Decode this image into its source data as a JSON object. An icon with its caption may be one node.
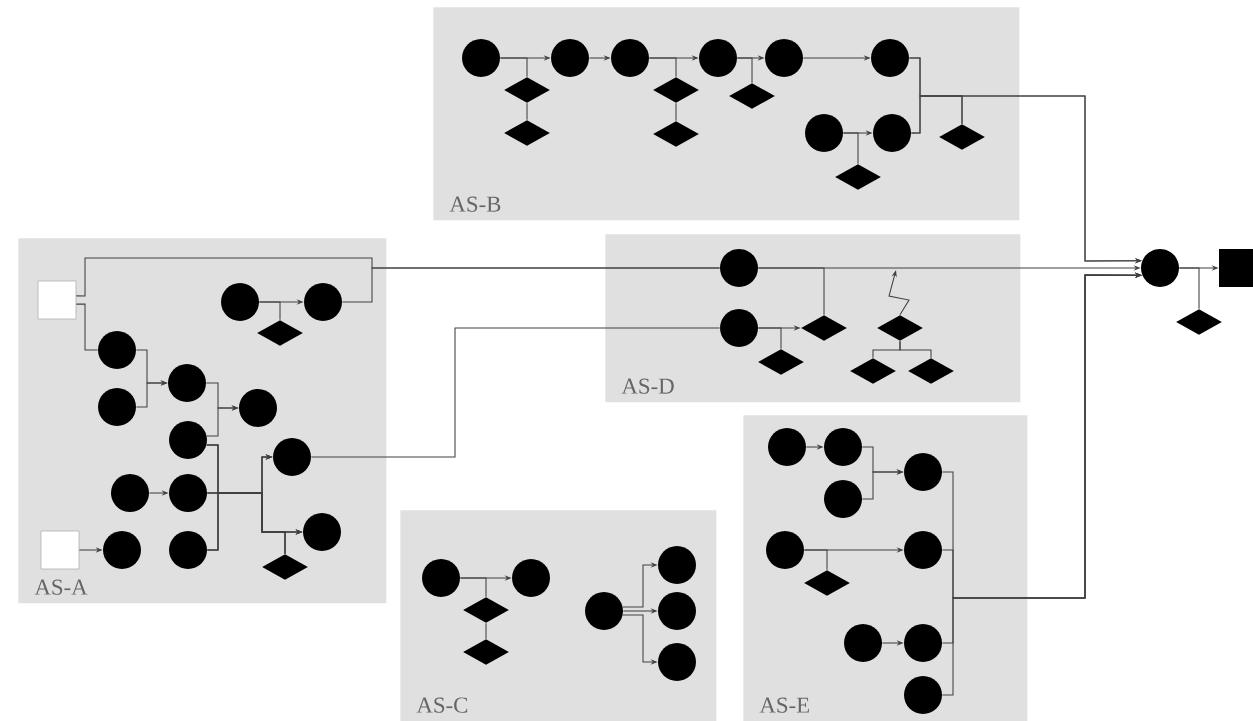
{
  "diagram": {
    "nodes": [
      {
        "text": [
          "AS-B"
        ]
      },
      {
        "text": [
          "AS-A"
        ]
      },
      {
        "text": [
          "AS-D"
        ]
      },
      {
        "text": [
          "AS-C"
        ]
      },
      {
        "text": [
          "AS-E"
        ]
      },
      {
        "text": [],
        "shape": "circle",
        "in": 0
      },
      {
        "text": [],
        "shape": "diamond",
        "in": 0
      },
      {
        "text": [],
        "shape": "diamond",
        "in": 0
      },
      {
        "text": [],
        "shape": "circle",
        "in": 0
      },
      {
        "text": [],
        "shape": "circle",
        "in": 0
      },
      {
        "text": [],
        "shape": "diamond",
        "in": 0
      },
      {
        "text": [],
        "shape": "diamond",
        "in": 0
      },
      {
        "text": [],
        "shape": "circle",
        "in": 0
      },
      {
        "text": [],
        "shape": "diamond",
        "in": 0
      },
      {
        "text": [],
        "shape": "circle",
        "in": 0
      },
      {
        "text": [],
        "shape": "circle",
        "in": 0
      },
      {
        "text": [],
        "shape": "circle",
        "in": 0
      },
      {
        "text": [],
        "shape": "circle",
        "in": 0
      },
      {
        "text": [],
        "shape": "diamond",
        "in": 0
      },
      {
        "text": [],
        "shape": "diamond",
        "in": 0
      },
      {
        "text": [],
        "shape": "box",
        "in": 1
      },
      {
        "text": [],
        "shape": "circle",
        "in": 1
      },
      {
        "text": [],
        "shape": "diamond",
        "in": 1
      },
      {
        "text": [],
        "shape": "circle",
        "in": 1
      },
      {
        "text": [],
        "shape": "circle",
        "in": 1
      },
      {
        "text": [],
        "shape": "circle",
        "in": 1
      },
      {
        "text": [],
        "shape": "circle",
        "in": 1
      },
      {
        "text": [],
        "shape": "circle",
        "in": 1
      },
      {
        "text": [],
        "shape": "circle",
        "in": 1
      },
      {
        "text": [],
        "shape": "circle",
        "in": 1
      },
      {
        "text": [],
        "shape": "circle",
        "in": 1
      },
      {
        "text": [],
        "shape": "circle",
        "in": 1
      },
      {
        "text": [],
        "shape": "circle",
        "in": 1
      },
      {
        "text": [],
        "shape": "circle",
        "in": 1
      },
      {
        "text": [],
        "shape": "diamond",
        "in": 1
      },
      {
        "text": [],
        "shape": "box",
        "in": 1
      },
      {
        "text": [],
        "shape": "circle",
        "in": 1
      },
      {
        "text": [],
        "shape": "circle",
        "in": 2
      },
      {
        "text": [],
        "shape": "circle",
        "in": 2
      },
      {
        "text": [],
        "shape": "diamond",
        "in": 2
      },
      {
        "text": [],
        "shape": "diamond",
        "in": 2
      },
      {
        "text": [],
        "shape": "diamond",
        "in": 2
      },
      {
        "text": [],
        "shape": "diamond",
        "in": 2
      },
      {
        "text": [],
        "shape": "diamond",
        "in": 2
      },
      {
        "text": [],
        "shape": "circle"
      },
      {
        "text": [],
        "shape": "square"
      },
      {
        "text": [],
        "shape": "diamond"
      },
      {
        "text": [],
        "shape": "circle",
        "in": 3
      },
      {
        "text": [],
        "shape": "diamond",
        "in": 3
      },
      {
        "text": [],
        "shape": "diamond",
        "in": 3
      },
      {
        "text": [],
        "shape": "circle",
        "in": 3
      },
      {
        "text": [],
        "shape": "circle",
        "in": 3
      },
      {
        "text": [],
        "shape": "circle",
        "in": 3
      },
      {
        "text": [],
        "shape": "circle",
        "in": 3
      },
      {
        "text": [],
        "shape": "circle",
        "in": 3
      },
      {
        "text": [],
        "shape": "circle",
        "in": 4
      },
      {
        "text": [],
        "shape": "circle",
        "in": 4
      },
      {
        "text": [],
        "shape": "circle",
        "in": 4
      },
      {
        "text": [],
        "shape": "circle",
        "in": 4
      },
      {
        "text": [],
        "shape": "circle",
        "in": 4
      },
      {
        "text": [],
        "shape": "diamond",
        "in": 4
      },
      {
        "text": [],
        "shape": "circle",
        "in": 4
      },
      {
        "text": [],
        "shape": "circle",
        "in": 4
      },
      {
        "text": [],
        "shape": "circle",
        "in": 4
      },
      {
        "text": [],
        "shape": "circle",
        "in": 4
      }
    ],
    "edges": [
      {
        "from": 5,
        "to": 8,
        "arrow": "to"
      },
      {
        "from": 5,
        "to": 6,
        "arrow": "none"
      },
      {
        "from": 6,
        "to": 7,
        "arrow": "none"
      },
      {
        "from": 8,
        "to": 9,
        "arrow": "to"
      },
      {
        "from": 9,
        "to": 12,
        "arrow": "to"
      },
      {
        "from": 9,
        "to": 10,
        "arrow": "none"
      },
      {
        "from": 10,
        "to": 11,
        "arrow": "none"
      },
      {
        "from": 12,
        "to": 14,
        "arrow": "to"
      },
      {
        "from": 12,
        "to": 13,
        "arrow": "none"
      },
      {
        "from": 14,
        "to": 15,
        "arrow": "to"
      },
      {
        "from": 16,
        "to": 17,
        "arrow": "to"
      },
      {
        "from": 16,
        "to": 18,
        "arrow": "none"
      },
      {
        "from": 15,
        "to": 44,
        "arrow": "to"
      },
      {
        "from": 17,
        "to": 44,
        "arrow": "to"
      },
      {
        "from": 15,
        "to": 19,
        "arrow": "none"
      },
      {
        "from": 17,
        "to": 19,
        "arrow": "none"
      },
      {
        "from": 20,
        "to": 37,
        "arrow": "none"
      },
      {
        "from": 23,
        "to": 37,
        "arrow": "none"
      },
      {
        "from": 21,
        "to": 23,
        "arrow": "to"
      },
      {
        "from": 21,
        "to": 22,
        "arrow": "none"
      },
      {
        "from": 20,
        "to": 24,
        "arrow": "none"
      },
      {
        "from": 24,
        "to": 26,
        "arrow": "to"
      },
      {
        "from": 25,
        "to": 26,
        "arrow": "to"
      },
      {
        "from": 26,
        "to": 27,
        "arrow": "to"
      },
      {
        "from": 28,
        "to": 27,
        "arrow": "to"
      },
      {
        "from": 28,
        "to": 32,
        "arrow": "to"
      },
      {
        "from": 28,
        "to": 33,
        "arrow": "to"
      },
      {
        "from": 28,
        "to": 34,
        "arrow": "none"
      },
      {
        "from": 30,
        "to": 32,
        "arrow": "to"
      },
      {
        "from": 30,
        "to": 33,
        "arrow": "to"
      },
      {
        "from": 30,
        "to": 34,
        "arrow": "none"
      },
      {
        "from": 31,
        "to": 32,
        "arrow": "to"
      },
      {
        "from": 31,
        "to": 33,
        "arrow": "to"
      },
      {
        "from": 31,
        "to": 34,
        "arrow": "none"
      },
      {
        "from": 29,
        "to": 30,
        "arrow": "to"
      },
      {
        "from": 35,
        "to": 36,
        "arrow": "to"
      },
      {
        "from": 32,
        "to": 38,
        "arrow": "none"
      },
      {
        "from": 37,
        "to": 44,
        "arrow": "to"
      },
      {
        "from": 37,
        "to": 40,
        "arrow": "none"
      },
      {
        "from": 38,
        "to": 40,
        "arrow": "to"
      },
      {
        "from": 38,
        "to": 39,
        "arrow": "none"
      },
      {
        "from": 41,
        "to": null,
        "arrow": "to"
      },
      {
        "from": 41,
        "to": 42,
        "arrow": "none"
      },
      {
        "from": 41,
        "to": 43,
        "arrow": "none"
      },
      {
        "from": 44,
        "to": 45,
        "arrow": "to"
      },
      {
        "from": 44,
        "to": 46,
        "arrow": "none"
      },
      {
        "from": 47,
        "to": 50,
        "arrow": "to"
      },
      {
        "from": 47,
        "to": 48,
        "arrow": "none"
      },
      {
        "from": 48,
        "to": 49,
        "arrow": "none"
      },
      {
        "from": 51,
        "to": 52,
        "arrow": "to"
      },
      {
        "from": 51,
        "to": 53,
        "arrow": "to"
      },
      {
        "from": 51,
        "to": 54,
        "arrow": "to"
      },
      {
        "from": 55,
        "to": 56,
        "arrow": "to"
      },
      {
        "from": 56,
        "to": 58,
        "arrow": "to"
      },
      {
        "from": 57,
        "to": 58,
        "arrow": "to"
      },
      {
        "from": 59,
        "to": 61,
        "arrow": "to"
      },
      {
        "from": 59,
        "to": 60,
        "arrow": "none"
      },
      {
        "from": 62,
        "to": 63,
        "arrow": "to"
      },
      {
        "from": 58,
        "to": 44,
        "arrow": "to"
      },
      {
        "from": 61,
        "to": 44,
        "arrow": "to"
      },
      {
        "from": 63,
        "to": 44,
        "arrow": "to"
      },
      {
        "from": 64,
        "to": 44,
        "arrow": "to"
      }
    ]
  }
}
